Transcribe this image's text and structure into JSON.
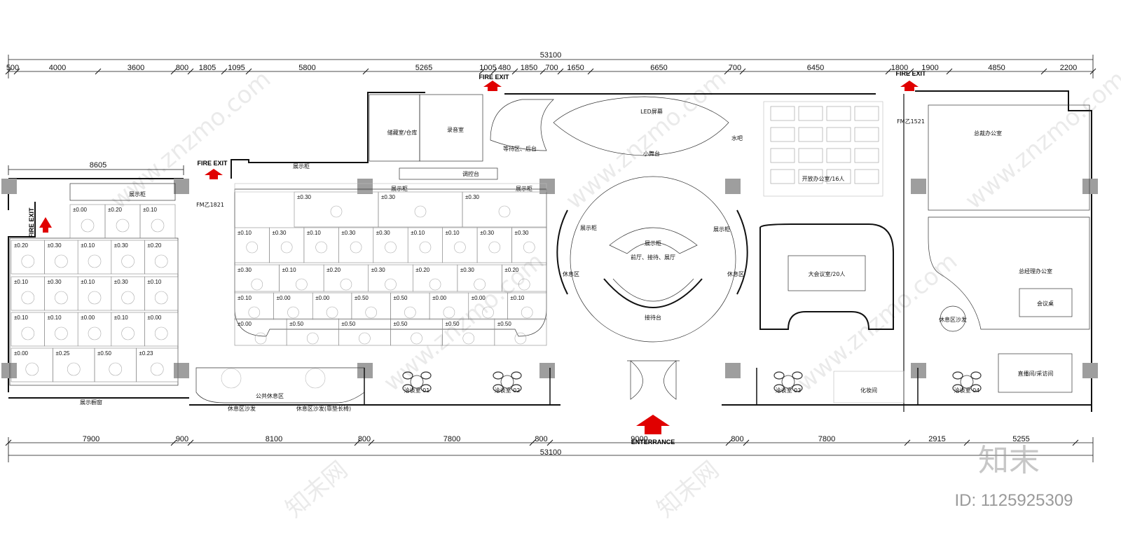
{
  "dimensions": {
    "overall_top": "53100",
    "overall_bottom": "53100",
    "top_row": [
      "500",
      "4000",
      "3600",
      "800",
      "1805",
      "1095",
      "5800",
      "5265",
      "1005",
      "480",
      "1850",
      "700",
      "1650",
      "6650",
      "700",
      "6450",
      "1800",
      "1900",
      "4850",
      "2200"
    ],
    "left_block": "8605",
    "bottom_row": [
      "7900",
      "900",
      "8100",
      "800",
      "7800",
      "800",
      "9000",
      "800",
      "7800",
      "2915",
      "5255"
    ]
  },
  "exits": {
    "fire_exit": "FIRE EXIT",
    "entrance": "ENTERRANCE"
  },
  "doors": {
    "fm1": "FM乙1821",
    "fm2": "FM乙1521"
  },
  "rooms": {
    "storage": "储藏室/仓库",
    "recording": "录音室",
    "control": "调控台",
    "waiting": "等待区、后台",
    "led": "LED屏幕",
    "stage": "小舞台",
    "bar": "水吧",
    "open_office": "开放办公室/16人",
    "ceo_office": "总裁办公室",
    "gm_office": "总经理办公室",
    "meeting_table": "会议桌",
    "display_cabinet": "展示柜",
    "rest_area": "休息区",
    "lobby": "前厅、接待、展厅",
    "reception": "接待台",
    "big_meeting": "大会议室/20人",
    "rest_sofa": "休息区沙发",
    "live_room": "直播间/采访间",
    "public_rest": "公共休息区",
    "showcase_window": "展示橱窗",
    "rest_sofa_small": "休息区沙发",
    "rest_sofa_bench": "休息区沙发(靠垫长椅)",
    "nego_1": "洽谈室 01",
    "nego_2": "洽谈室 02",
    "nego_3": "洽谈室 03",
    "nego_4": "洽谈室 04",
    "makeup": "化妆间"
  },
  "elevations": {
    "left_hall": [
      [
        "±0.00",
        "±0.20",
        "±0.10"
      ],
      [
        "±0.20",
        "±0.30",
        "±0.10",
        "±0.30",
        "±0.20"
      ],
      [
        "±0.10",
        "±0.30",
        "±0.10",
        "±0.30",
        "±0.10"
      ],
      [
        "±0.10",
        "±0.10",
        "±0.00",
        "±0.10",
        "±0.00"
      ],
      [
        "±0.00",
        "±0.25",
        "±0.50",
        "±0.23"
      ]
    ],
    "mid_hall": [
      [
        "±0.30",
        "±0.30",
        "±0.30"
      ],
      [
        "±0.10",
        "±0.30",
        "±0.10",
        "±0.30",
        "±0.30",
        "±0.10",
        "±0.10",
        "±0.30",
        "±0.30"
      ],
      [
        "±0.30",
        "±0.10",
        "±0.20",
        "±0.30",
        "±0.20",
        "±0.30",
        "±0.20"
      ],
      [
        "±0.10",
        "±0.00",
        "±0.00",
        "±0.50",
        "±0.50",
        "±0.00",
        "±0.00",
        "±0.10"
      ],
      [
        "±0.00",
        "±0.50",
        "±0.50",
        "±0.50",
        "±0.50",
        "±0.50"
      ]
    ]
  },
  "branding": {
    "logo": "知末",
    "id": "ID: 1125925309",
    "watermark": "www.znzmo.com",
    "watermark_cn": "知末网"
  }
}
